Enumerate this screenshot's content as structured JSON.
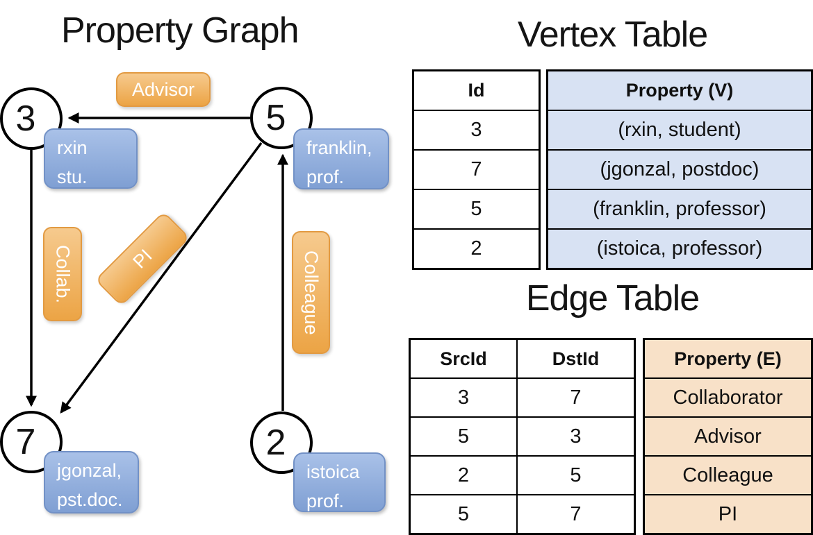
{
  "titles": {
    "graph": "Property Graph",
    "vertex_table": "Vertex Table",
    "edge_table": "Edge Table"
  },
  "graph": {
    "nodes": [
      {
        "id": "3",
        "property_lines": [
          "rxin",
          "stu."
        ]
      },
      {
        "id": "5",
        "property_lines": [
          "franklin,",
          "prof."
        ]
      },
      {
        "id": "7",
        "property_lines": [
          "jgonzal,",
          "pst.doc."
        ]
      },
      {
        "id": "2",
        "property_lines": [
          "istoica",
          "prof."
        ]
      }
    ],
    "edges": [
      {
        "src": "5",
        "dst": "3",
        "label": "Advisor"
      },
      {
        "src": "3",
        "dst": "7",
        "label": "Collab."
      },
      {
        "src": "5",
        "dst": "7",
        "label": "PI"
      },
      {
        "src": "2",
        "dst": "5",
        "label": "Colleague"
      }
    ]
  },
  "vertex_table": {
    "columns": [
      "Id",
      "Property (V)"
    ],
    "rows": [
      [
        "3",
        "(rxin, student)"
      ],
      [
        "7",
        "(jgonzal, postdoc)"
      ],
      [
        "5",
        "(franklin, professor)"
      ],
      [
        "2",
        "(istoica, professor)"
      ]
    ]
  },
  "edge_table": {
    "columns": [
      "SrcId",
      "DstId",
      "Property (E)"
    ],
    "rows": [
      [
        "3",
        "7",
        "Collaborator"
      ],
      [
        "5",
        "3",
        "Advisor"
      ],
      [
        "2",
        "5",
        "Colleague"
      ],
      [
        "5",
        "7",
        "PI"
      ]
    ]
  },
  "colors": {
    "vertex_cell_fill": "#d8e2f3",
    "edge_cell_fill": "#f8e1c8",
    "node_property_box": "#8fa9dc",
    "edge_label_box": "#efa94c",
    "line": "#000000"
  }
}
